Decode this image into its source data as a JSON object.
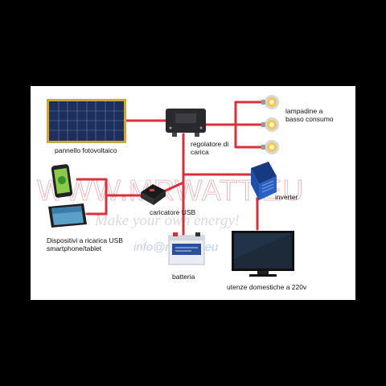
{
  "watermark": {
    "site": "WWW.MRWATT.EU",
    "slogan": "Make your own energy!",
    "email": "info@mrwatt.eu"
  },
  "labels": {
    "panel": "pannello fotovoltaico",
    "regulator_line1": "regolatore di",
    "regulator_line2": "carica",
    "lamps_line1": "lampadine a",
    "lamps_line2": "basso consumo",
    "inverter": "inverter",
    "usb_charger": "caricatore USB",
    "devices_line1": "Dispositivi a ricarica USB",
    "devices_line2": "smartphone/tablet",
    "battery": "batteria",
    "appliances": "utenze domestiche a 220v"
  },
  "colors": {
    "wire": "#d9303b",
    "watermark": "#e8a0a6",
    "panel_frame": "#c8a44a",
    "panel_cell": "#1d2f5c",
    "inverter_body": "#1f4fa8",
    "battery_body": "#e9ecf2",
    "battery_label": "#2a4f9c"
  },
  "icons": {
    "panel": "solar-panel-icon",
    "regulator": "charge-controller-icon",
    "lamps": "led-bulb-icon",
    "inverter": "inverter-icon",
    "usb_charger": "usb-charger-icon",
    "phone": "smartphone-icon",
    "tablet": "tablet-icon",
    "battery": "battery-icon",
    "tv": "television-icon"
  }
}
